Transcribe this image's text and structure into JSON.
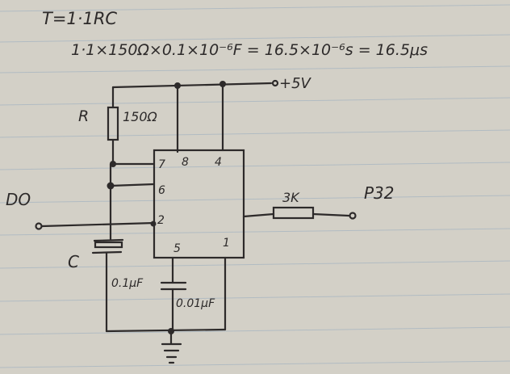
{
  "formula": {
    "line1": "T=1·1RC",
    "line2": "1·1×150Ω×0.1×10⁻⁶F = 16.5×10⁻⁶s = 16.5μs"
  },
  "labels": {
    "vcc": "+5V",
    "resistor_name": "R",
    "resistor_value": "150Ω",
    "input": "DO",
    "capacitor_name": "C",
    "cap_timing": "0.1μF",
    "cap_control": "0.01μF",
    "out_resistor": "3K",
    "output": "P32",
    "pin1": "1",
    "pin2": "2",
    "pin4": "4",
    "pin5": "5",
    "pin6": "6",
    "pin7": "7",
    "pin8": "8"
  },
  "colors": {
    "paper": "#d3d0c7",
    "ink": "#2d2a2a",
    "rule": "#9fb4c4"
  }
}
